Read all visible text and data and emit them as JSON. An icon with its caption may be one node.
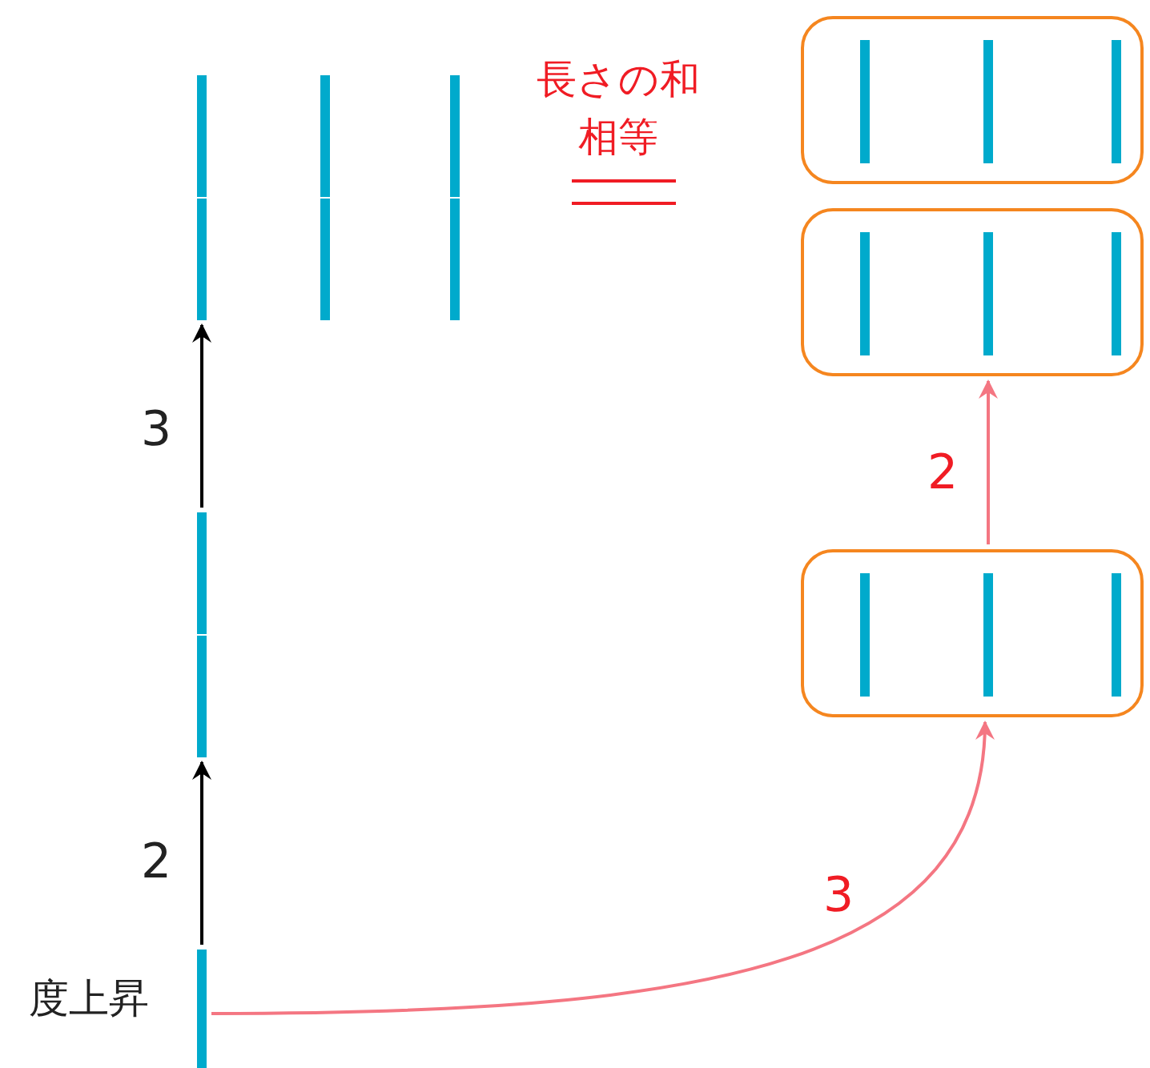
{
  "diagram": {
    "nodes": [
      {
        "text": [],
        "shape": "bar"
      },
      {
        "text": [],
        "shape": "bar"
      },
      {
        "text": [],
        "shape": "bar",
        "beside": [
          "度上昇"
        ]
      },
      {
        "text": [],
        "shape": "box"
      },
      {
        "text": [],
        "shape": "box"
      },
      {
        "text": [],
        "shape": "box"
      }
    ],
    "edges": [
      {
        "from": 2,
        "to": 1,
        "arrow": "to",
        "label": "2"
      },
      {
        "from": 1,
        "to": 0,
        "arrow": "to",
        "label": "3"
      },
      {
        "from": 2,
        "to": 5,
        "arrow": "to",
        "label": "3",
        "color": "#f47682"
      },
      {
        "from": 5,
        "to": 4,
        "arrow": "to",
        "label": "2",
        "color": "#f47682"
      }
    ],
    "labels": [
      "長さの和相等"
    ]
  }
}
